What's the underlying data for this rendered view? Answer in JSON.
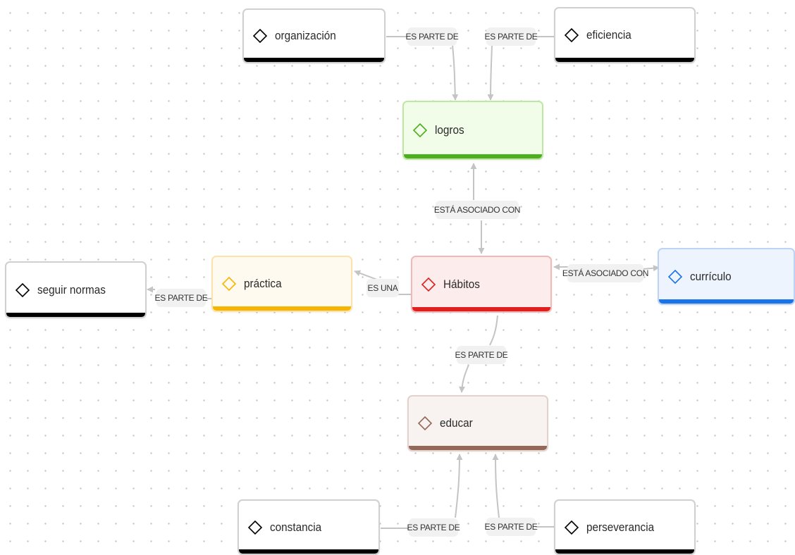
{
  "nodes": {
    "organizacion": {
      "label": "organización",
      "accent": "#000000",
      "fill": "#ffffff",
      "border": "#d0d0d0"
    },
    "eficiencia": {
      "label": "eficiencia",
      "accent": "#000000",
      "fill": "#ffffff",
      "border": "#d0d0d0"
    },
    "logros": {
      "label": "logros",
      "accent": "#4caf1b",
      "fill": "#f1fde9",
      "border": "#bde8a3"
    },
    "seguir_normas": {
      "label": "seguir normas",
      "accent": "#000000",
      "fill": "#ffffff",
      "border": "#d0d0d0"
    },
    "practica": {
      "label": "práctica",
      "accent": "#f7b500",
      "fill": "#fffaf0",
      "border": "#fbe3ab"
    },
    "habitos": {
      "label": "Hábitos",
      "accent": "#e0201f",
      "fill": "#fdecec",
      "border": "#f2b7b7"
    },
    "curriculo": {
      "label": "currículo",
      "accent": "#1a73e8",
      "fill": "#eef4fe",
      "border": "#bcd3f5"
    },
    "educar": {
      "label": "educar",
      "accent": "#946758",
      "fill": "#f8f3f1",
      "border": "#e3d2cc"
    },
    "constancia": {
      "label": "constancia",
      "accent": "#000000",
      "fill": "#ffffff",
      "border": "#d0d0d0"
    },
    "perseverancia": {
      "label": "perseverancia",
      "accent": "#000000",
      "fill": "#ffffff",
      "border": "#d0d0d0"
    }
  },
  "links": {
    "organizacion_logros": "ES PARTE DE",
    "eficiencia_logros": "ES PARTE DE",
    "habitos_logros": "ESTÁ ASOCIADO CON",
    "habitos_practica": "ES UNA",
    "practica_seguir_normas": "ES PARTE DE",
    "habitos_curriculo": "ESTÁ ASOCIADO CON",
    "habitos_educar": "ES PARTE DE",
    "constancia_educar": "ES PARTE DE",
    "perseverancia_educar": "ES PARTE DE"
  },
  "colors": {
    "connector": "#c4c4c4",
    "link_label_bg": "#f1f1f1",
    "dot_grid": "#c4c4c4"
  },
  "icon": "diamond-icon"
}
